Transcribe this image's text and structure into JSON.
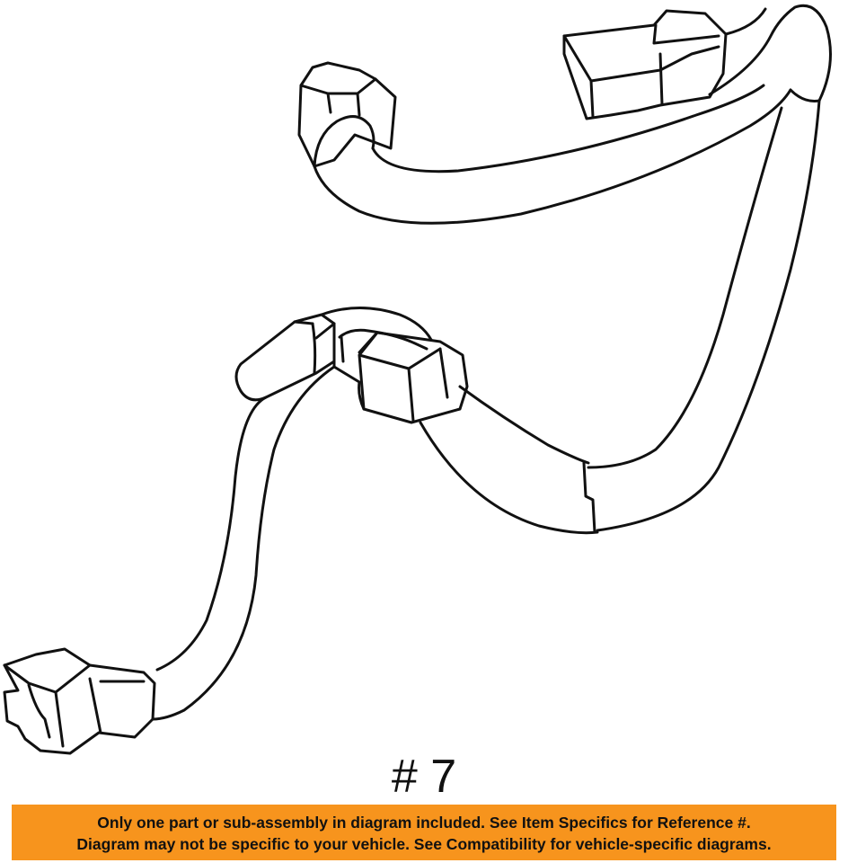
{
  "diagram": {
    "part_label": "# 7"
  },
  "disclaimer": {
    "line1": "Only one part or sub-assembly in diagram included. See Item Specifics for Reference #.",
    "line2": "Diagram may not be specific to your vehicle. See Compatibility for vehicle-specific diagrams."
  },
  "colors": {
    "banner_background": "#f7941d",
    "line_art": "#111111",
    "page_background": "#ffffff"
  }
}
